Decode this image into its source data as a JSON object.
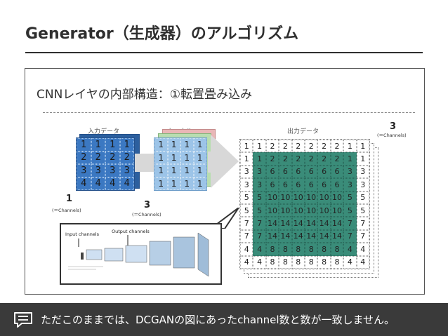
{
  "slide": {
    "title": "Generator（生成器）のアルゴリズム",
    "heading": "CNNレイヤの内部構造：①転置畳み込み"
  },
  "input": {
    "label": "入力データ",
    "grid": [
      [
        "1",
        "1",
        "1",
        "1"
      ],
      [
        "2",
        "2",
        "2",
        "2"
      ],
      [
        "3",
        "3",
        "3",
        "3"
      ],
      [
        "4",
        "4",
        "4",
        "4"
      ]
    ],
    "channels": "1",
    "channels_note": "(＝Channels)"
  },
  "kernel": {
    "label": "カーネル",
    "grid": [
      [
        "1",
        "1",
        "1",
        "1"
      ],
      [
        "1",
        "1",
        "1",
        "1"
      ],
      [
        "1",
        "1",
        "1",
        "1"
      ],
      [
        "1",
        "1",
        "1",
        "1"
      ]
    ],
    "channels": "3",
    "channels_note": "(＝Channels)"
  },
  "output": {
    "label": "出力データ",
    "channels": "3",
    "channels_note": "(＝Channels)",
    "grid": [
      [
        "1",
        "1",
        "2",
        "2",
        "2",
        "2",
        "2",
        "2",
        "1",
        "1"
      ],
      [
        "1",
        "1",
        "2",
        "2",
        "2",
        "2",
        "2",
        "2",
        "1",
        "1"
      ],
      [
        "3",
        "3",
        "6",
        "6",
        "6",
        "6",
        "6",
        "6",
        "3",
        "3"
      ],
      [
        "3",
        "3",
        "6",
        "6",
        "6",
        "6",
        "6",
        "6",
        "3",
        "3"
      ],
      [
        "5",
        "5",
        "10",
        "10",
        "10",
        "10",
        "10",
        "10",
        "5",
        "5"
      ],
      [
        "5",
        "5",
        "10",
        "10",
        "10",
        "10",
        "10",
        "10",
        "5",
        "5"
      ],
      [
        "7",
        "7",
        "14",
        "14",
        "14",
        "14",
        "14",
        "14",
        "7",
        "7"
      ],
      [
        "7",
        "7",
        "14",
        "14",
        "14",
        "14",
        "14",
        "14",
        "7",
        "7"
      ],
      [
        "4",
        "4",
        "8",
        "8",
        "8",
        "8",
        "8",
        "8",
        "4",
        "4"
      ],
      [
        "4",
        "4",
        "8",
        "8",
        "8",
        "8",
        "8",
        "8",
        "4",
        "4"
      ]
    ]
  },
  "callout": {
    "input_channels_label": "Input channels",
    "output_channels_label": "Output channels"
  },
  "footer": {
    "text": "ただこのままでは、DCGANの図にあったchannel数と数が一致しません。"
  },
  "colors": {
    "input_blue": "#3b78c2",
    "kernel_blue": "#9cc4e8",
    "output_teal": "#3a8c79",
    "footer_bg": "#3a3a3a"
  }
}
